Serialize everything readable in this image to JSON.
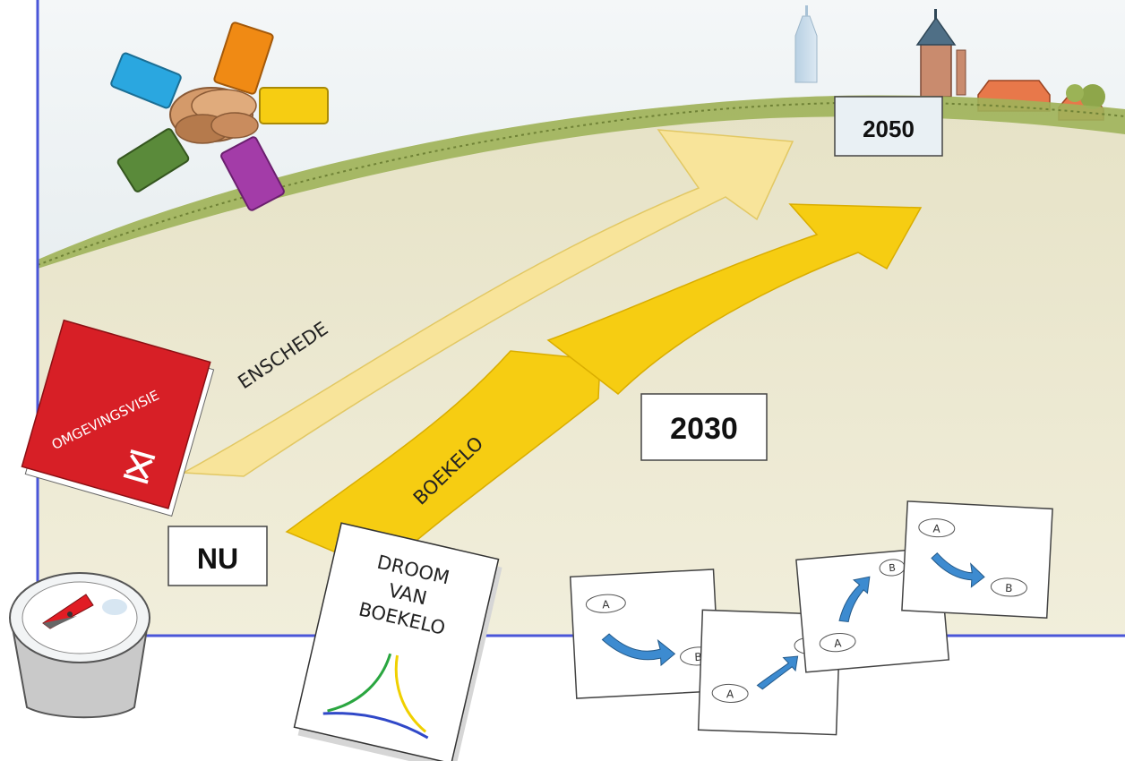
{
  "colors": {
    "frame": "#4a56d8",
    "arrow_enschede": "#f8e49a",
    "arrow_boekelo": "#f6cd12",
    "omgevingsvisie_cover": "#d71f26",
    "sky": "#dde6ea",
    "field": "#ece8cf"
  },
  "arrows": {
    "enschede_label": "ENSCHEDE",
    "boekelo_label": "BOEKELO"
  },
  "milestones": {
    "now": "NU",
    "mid": "2030",
    "end": "2050"
  },
  "omgevingsvisie": {
    "title": "OMGEVINGSVISIE",
    "logo_icon": "enschede-logo-icon"
  },
  "droom": {
    "line1": "DROOM",
    "line2": "VAN",
    "line3": "BOEKELO"
  },
  "route_cards": [
    {
      "from": "A",
      "to": "B"
    },
    {
      "from": "A",
      "to": "B"
    },
    {
      "from": "A",
      "to": "B"
    },
    {
      "from": "A",
      "to": "B"
    }
  ],
  "icons": [
    "joined-hands-icon",
    "compass-icon",
    "skyline-icon"
  ]
}
